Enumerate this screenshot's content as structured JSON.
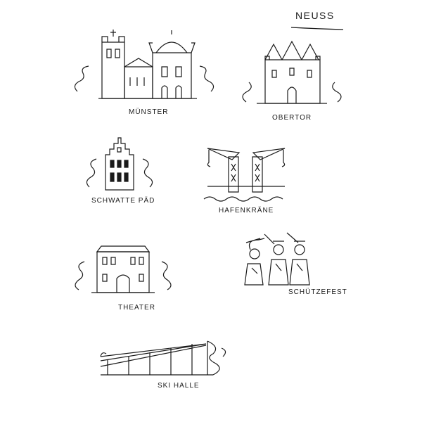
{
  "title": "NEUSS",
  "landmarks": [
    {
      "id": "muenster",
      "label": "MÜNSTER"
    },
    {
      "id": "obertor",
      "label": "OBERTOR"
    },
    {
      "id": "schwatte-paed",
      "label": "SCHWATTE PÄD"
    },
    {
      "id": "hafenkraene",
      "label": "HAFENKRÄNE"
    },
    {
      "id": "theater",
      "label": "THEATER"
    },
    {
      "id": "schuetzenfest",
      "label": "SCHÜTZEFEST"
    },
    {
      "id": "skihalle",
      "label": "SKI HALLE"
    }
  ],
  "colors": {
    "ink": "#1a1a1a",
    "paper": "#ffffff"
  }
}
